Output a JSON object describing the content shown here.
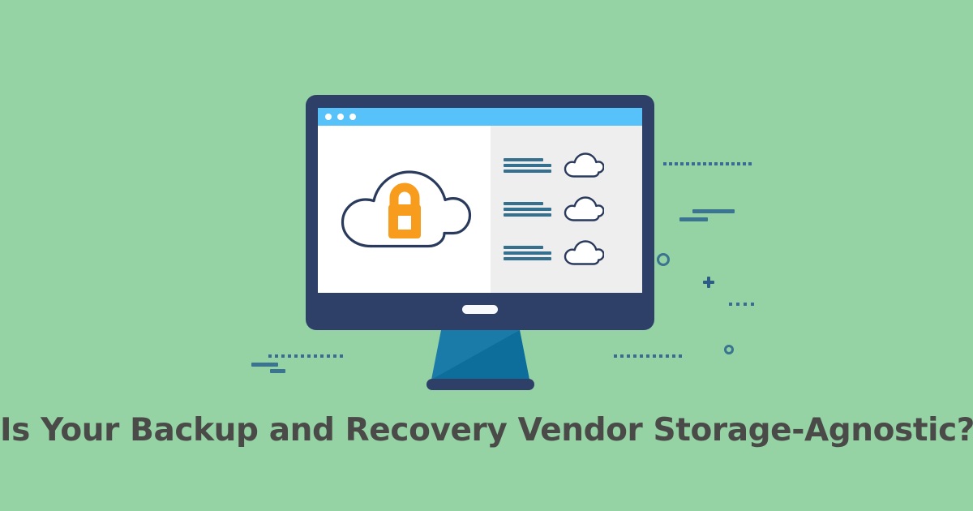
{
  "page": {
    "background_color": "#95d2a4",
    "headline": "Is Your Backup and Recovery Vendor Storage-Agnostic?",
    "headline_color": "#4a4a48"
  },
  "illustration": {
    "name": "cloud-backup-monitor-illustration",
    "monitor": {
      "bezel_color": "#2e4068",
      "screen_background": "#ffffff",
      "titlebar": {
        "color": "#57c1f9",
        "window_dots": [
          "dot-1",
          "dot-2",
          "dot-3"
        ],
        "dot_color": "#ffffff"
      },
      "power_indicator": "power-led",
      "stand": {
        "left_facet_color": "#1b7ba8",
        "right_facet_color": "#0d6e9b",
        "base_color": "#2e4068"
      }
    },
    "left_pane": {
      "icon": "cloud-with-padlock",
      "cloud_outline_color": "#2a3a5c",
      "padlock_color": "#f79c1d"
    },
    "right_pane": {
      "background": "#eeeeee",
      "bar_color": "#35708f",
      "cloud_outline_color": "#2a3a5c",
      "rows": [
        {
          "id": "storage-row-1",
          "bars": [
            "short",
            "full",
            "full"
          ],
          "icon": "cloud-icon"
        },
        {
          "id": "storage-row-2",
          "bars": [
            "short",
            "full",
            "full"
          ],
          "icon": "cloud-icon"
        },
        {
          "id": "storage-row-3",
          "bars": [
            "short",
            "full",
            "full"
          ],
          "icon": "cloud-icon"
        }
      ]
    },
    "decorations": {
      "accent_color": "#3a6b94",
      "dash_color": "#3a7490",
      "items": [
        "dotted-line-top-right",
        "dash-pair-right",
        "ring-outline-right",
        "plus-mark-right",
        "dot-cluster-right",
        "small-ring-bottom-right",
        "dotted-line-bottom-right",
        "dotted-line-bottom-left",
        "dash-pair-bottom-left"
      ]
    }
  }
}
